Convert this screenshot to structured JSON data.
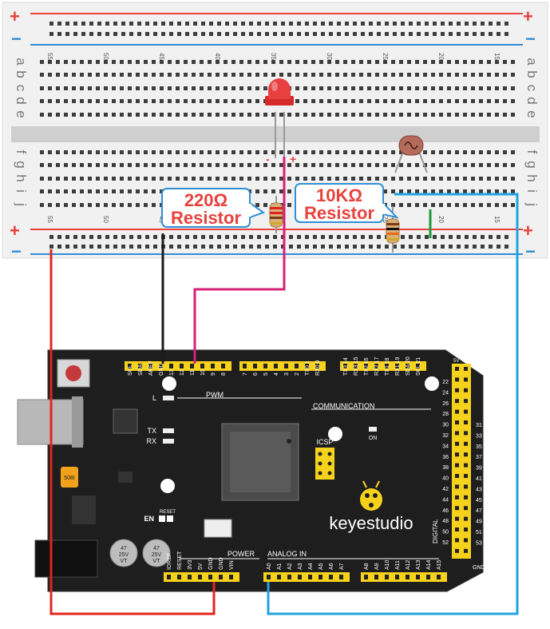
{
  "breadboard": {
    "row_letters_top": [
      "a",
      "b",
      "c",
      "d",
      "e"
    ],
    "row_letters_bottom": [
      "f",
      "g",
      "h",
      "i",
      "j"
    ],
    "column_numbers": [
      "55",
      "50",
      "45",
      "40",
      "35",
      "30",
      "25",
      "20",
      "15"
    ],
    "rail_plus": "+",
    "rail_minus": "−"
  },
  "labels": {
    "resistor_220_value": "220Ω",
    "resistor_220_word": "Resistor",
    "resistor_10k_value": "10KΩ",
    "resistor_10k_word": "Resistor",
    "led_minus": "-",
    "led_plus": "+"
  },
  "board": {
    "brand": "keyestudio",
    "top_header_pins_left": [
      "SCL",
      "SDA",
      "AREF",
      "GND",
      "13",
      "12",
      "11",
      "10",
      "9",
      "8"
    ],
    "top_header_pins_mid": [
      "7",
      "6",
      "5",
      "4",
      "3",
      "2",
      "TX0 1",
      "RX0 0"
    ],
    "top_header_pins_right": [
      "TX3 14",
      "RX3 15",
      "TX2 16",
      "RX2 17",
      "TX1 18",
      "RX1 19",
      "SDA 20",
      "SCL 21"
    ],
    "pwm_label": "PWM",
    "communication_label": "COMMUNICATION",
    "led_labels": [
      "L",
      "TX",
      "RX",
      "ON"
    ],
    "icsp_label": "ICSP",
    "en_label": "EN",
    "reset_label": "RESET",
    "power_label": "POWER",
    "analog_label": "ANALOG IN",
    "power_pins": [
      "IOREF",
      "RESET",
      "3V3",
      "5V",
      "GND",
      "GND",
      "VIN"
    ],
    "analog_pins_left": [
      "A0",
      "A1",
      "A2",
      "A3",
      "A4",
      "A5",
      "A6",
      "A7"
    ],
    "analog_pins_right": [
      "A8",
      "A9",
      "A10",
      "A11",
      "A12",
      "A13",
      "A14",
      "A15"
    ],
    "digital_left": [
      "22",
      "24",
      "26",
      "28",
      "30",
      "32",
      "34",
      "36",
      "38",
      "40",
      "42",
      "44",
      "46",
      "48",
      "50",
      "52"
    ],
    "digital_right": [
      "31",
      "33",
      "35",
      "37",
      "39",
      "41",
      "43",
      "45",
      "47",
      "49",
      "51",
      "53"
    ],
    "digital_label": "DIGITAL",
    "gnd_label": "GND",
    "fivev_label": "5V",
    "crystal_label": "508I",
    "cap_labels": [
      "47\n25V\nVT",
      "47\n25V\nVT"
    ]
  },
  "colors": {
    "wire_red": "#e0261c",
    "wire_black": "#1a1a1a",
    "wire_magenta": "#d6207a",
    "wire_blue": "#22a3e0",
    "wire_green": "#1f9a3a",
    "header_yellow": "#f7d21d",
    "board": "#1e1e1e"
  }
}
